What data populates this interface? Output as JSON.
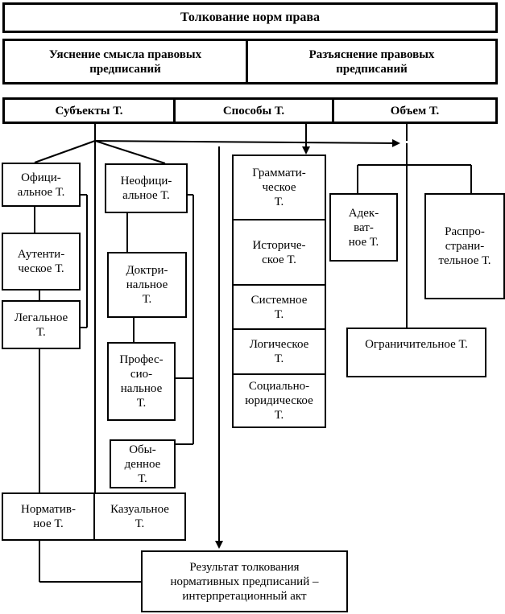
{
  "title": "Толкование норм права",
  "header": {
    "left": "Уяснение смысла правовых\nпредписаний",
    "right": "Разъяснение правовых\nпредписаний"
  },
  "categories": {
    "subjects": "Субъекты Т.",
    "methods": "Способы Т.",
    "scope": "Объем Т."
  },
  "subjects": {
    "official": "Офици-\nальное Т.",
    "authentic": "Аутенти-\nческое Т.",
    "legal": "Легальное\nТ.",
    "unofficial": "Неофици-\nальное Т.",
    "doctrinal": "Доктри-\nнальное\nТ.",
    "professional": "Профес-\nсио-\nнальное\nТ.",
    "everyday": "Обы-\nденное\nТ."
  },
  "methods": [
    "Граммати-\nческое\nТ.",
    "Историче-\nское Т.",
    "Системное\nТ.",
    "Логическое\nТ.",
    "Социально-\nюридическое\nТ."
  ],
  "scope": {
    "adequate": "Адек-\nват-\nное Т.",
    "extensive": "Распро-\nстрани-\nтельное Т.",
    "restrictive": "Ограничительное Т."
  },
  "bottom": {
    "normative": "Норматив-\nное Т.",
    "casual": "Казуальное\nТ."
  },
  "result": "Результат толкования\nнормативных предписаний –\nинтерпретационный акт"
}
